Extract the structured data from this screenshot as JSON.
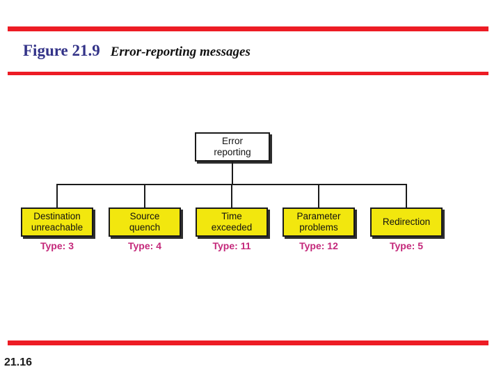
{
  "slide": {
    "figure_label": "Figure 21.9",
    "figure_caption": "Error-reporting messages",
    "page_number": "21.16"
  },
  "diagram": {
    "root": {
      "lines": [
        "Error",
        "reporting"
      ]
    },
    "children": [
      {
        "lines": [
          "Destination",
          "unreachable"
        ],
        "type_label": "Type: 3"
      },
      {
        "lines": [
          "Source",
          "quench"
        ],
        "type_label": "Type: 4"
      },
      {
        "lines": [
          "Time",
          "exceeded"
        ],
        "type_label": "Type: 11"
      },
      {
        "lines": [
          "Parameter",
          "problems"
        ],
        "type_label": "Type: 12"
      },
      {
        "lines": [
          "Redirection"
        ],
        "type_label": "Type: 5"
      }
    ]
  },
  "colors": {
    "rule_red": "#ed1c24",
    "figure_label_blue": "#333388",
    "node_fill_yellow": "#f2e70e",
    "type_label_magenta": "#c4287a"
  }
}
